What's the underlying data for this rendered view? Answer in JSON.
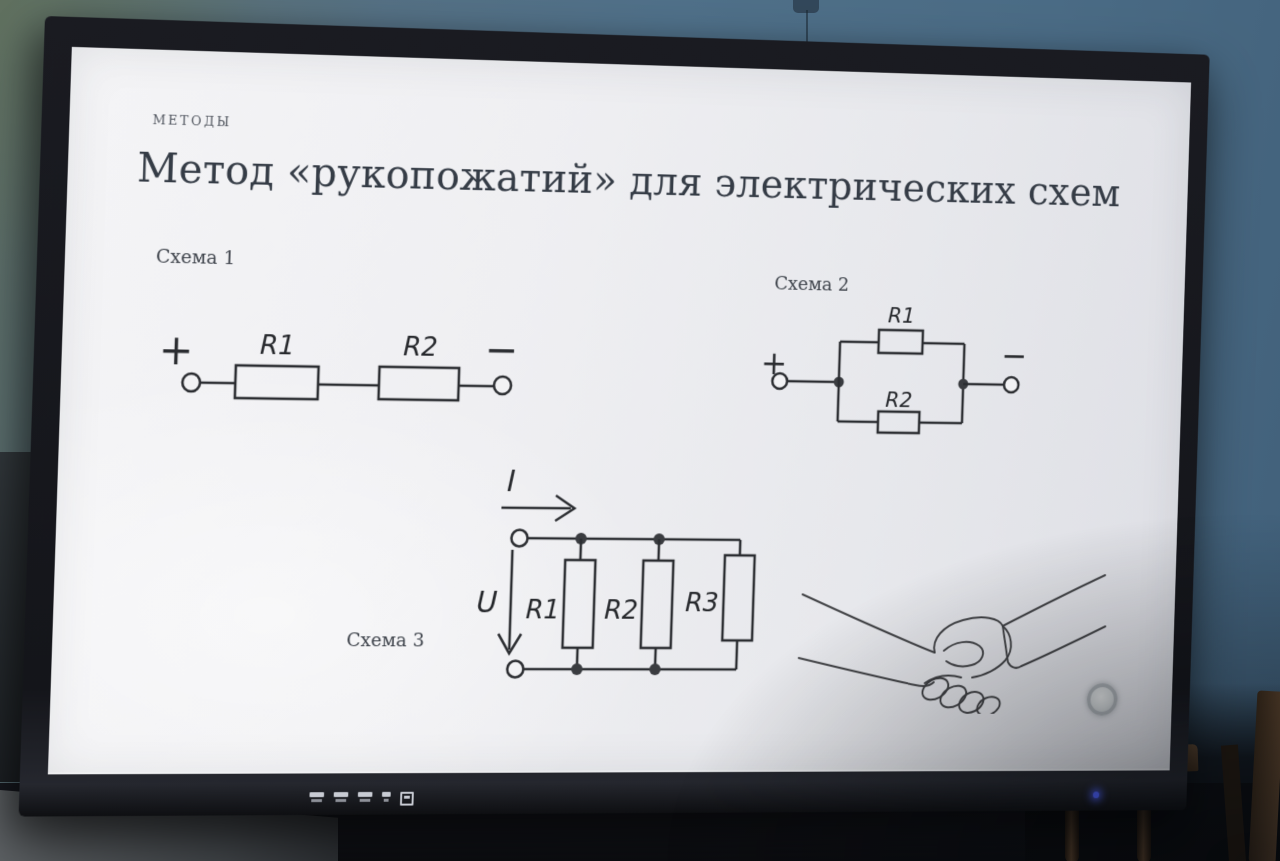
{
  "slide": {
    "eyebrow": "МЕТОДЫ",
    "title": "Метод «рукопожатий» для электрических схем",
    "scheme1": {
      "label": "Схема 1",
      "plus": "+",
      "minus": "−",
      "r1": "R1",
      "r2": "R2"
    },
    "scheme2": {
      "label": "Схема 2",
      "plus": "+",
      "minus": "−",
      "r1": "R1",
      "r2": "R2"
    },
    "scheme3": {
      "label": "Схема 3",
      "current": "I",
      "voltage": "U",
      "r1": "R1",
      "r2": "R2",
      "r3": "R3"
    },
    "illustration": "handshake-line-drawing"
  },
  "tv": {
    "status_led": "blue",
    "ports_visible": 5
  },
  "colors": {
    "wall_blue": "#4f7089",
    "wall_green": "#5d6d62",
    "bezel": "#16171c",
    "screen": "#ededf0",
    "slide_text": "#353c46",
    "circuit_line": "#2b2d31",
    "chair_wood": "#4f3a28",
    "led_blue": "#4b5ef5",
    "cursor_dot": "#cfd3d5"
  }
}
